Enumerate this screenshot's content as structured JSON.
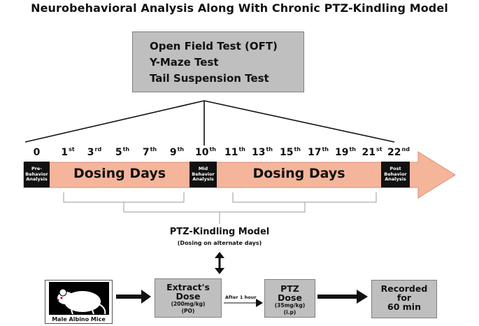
{
  "title": "Neurobehavioral Analysis Along With Chronic PTZ-Kindling Model",
  "tests": [
    "Open Field Test (OFT)",
    "Y-Maze Test",
    "Tail Suspension Test"
  ],
  "timeline": {
    "days": [
      {
        "num": "0",
        "sup": ""
      },
      {
        "num": "1",
        "sup": "st"
      },
      {
        "num": "3",
        "sup": "rd"
      },
      {
        "num": "5",
        "sup": "th"
      },
      {
        "num": "7",
        "sup": "th"
      },
      {
        "num": "9",
        "sup": "th"
      },
      {
        "num": "10",
        "sup": "th"
      },
      {
        "num": "11",
        "sup": "th"
      },
      {
        "num": "13",
        "sup": "th"
      },
      {
        "num": "15",
        "sup": "th"
      },
      {
        "num": "17",
        "sup": "th"
      },
      {
        "num": "19",
        "sup": "th"
      },
      {
        "num": "21",
        "sup": "st"
      },
      {
        "num": "22",
        "sup": "nd"
      }
    ],
    "pre_behavior": [
      "Pre-",
      "Behavior",
      "Analysis"
    ],
    "mid_behavior": [
      "Mid",
      "Behavior",
      "Analysis"
    ],
    "post_behavior": [
      "Post",
      "Behavior",
      "Analysis"
    ],
    "dosing_label_1": "Dosing Days",
    "dosing_label_2": "Dosing Days",
    "arrow_color": "#f4b59b"
  },
  "model": {
    "title": "PTZ-Kindling Model",
    "subtitle": "(Dosing on alternate days)"
  },
  "workflow": {
    "mice_label": "Male Albino Mice",
    "extract_title_1": "Extract's",
    "extract_title_2": "Dose",
    "extract_sub_1": "(200mg/kg)",
    "extract_sub_2": "(PO)",
    "after_label": "After 1 hour",
    "ptz_title_1": "PTZ",
    "ptz_title_2": "Dose",
    "ptz_sub_1": "(35mg/kg)",
    "ptz_sub_2": "(i.p)",
    "recorded_1": "Recorded",
    "recorded_2": "for",
    "recorded_3": "60 min"
  }
}
